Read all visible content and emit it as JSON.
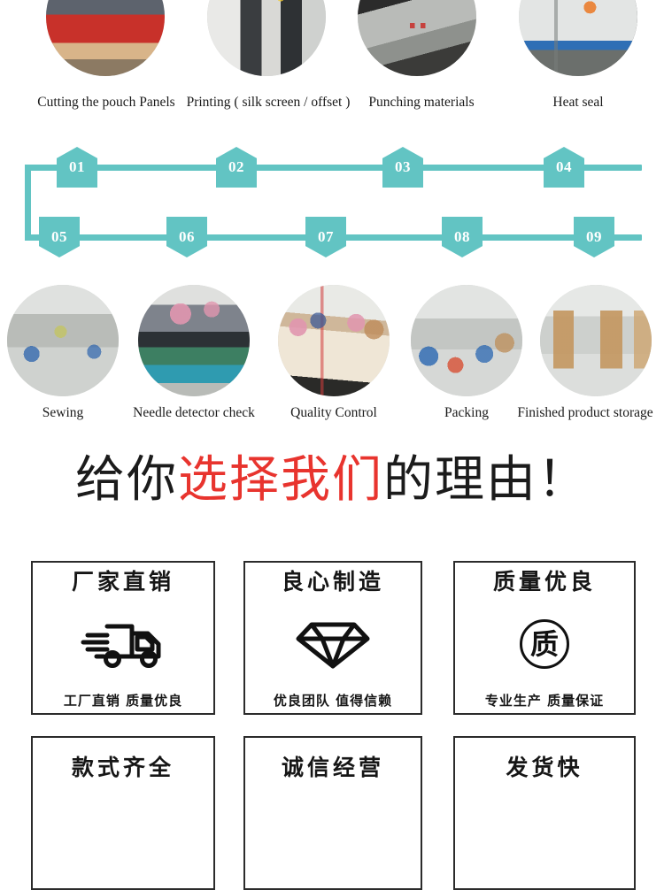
{
  "theme": {
    "accent_teal": "#62c4c3",
    "headline_red": "#e8342e",
    "text_dark": "#1a1a1a",
    "page_background": "#ffffff"
  },
  "process_row_top": {
    "steps": [
      {
        "label": "Cutting the pouch Panels",
        "image_name": "stacked-panels-photo"
      },
      {
        "label": "Printing ( silk screen / offset )",
        "image_name": "printing-press-photo"
      },
      {
        "label": "Punching materials",
        "image_name": "punching-machine-photo"
      },
      {
        "label": "Heat seal",
        "image_name": "heat-seal-worker-photo"
      }
    ]
  },
  "flow_diagram": {
    "top_numbers": [
      "01",
      "02",
      "03",
      "04"
    ],
    "bottom_numbers": [
      "05",
      "06",
      "07",
      "08",
      "09"
    ]
  },
  "process_row_bottom": {
    "steps": [
      {
        "label": "Sewing",
        "image_name": "sewing-floor-photo"
      },
      {
        "label": "Needle detector check",
        "image_name": "needle-detector-photo"
      },
      {
        "label": "Quality Control",
        "image_name": "quality-control-table-photo"
      },
      {
        "label": "Packing",
        "image_name": "packing-floor-photo"
      },
      {
        "label": "Finished product storage",
        "image_name": "warehouse-storage-photo"
      }
    ]
  },
  "headline": {
    "part1": "给你",
    "highlight": "选择我们",
    "part2": "的理由！"
  },
  "features": {
    "row1": [
      {
        "title": "厂家直销",
        "subtitle": "工厂直销 质量优良",
        "icon": "delivery-truck-icon"
      },
      {
        "title": "良心制造",
        "subtitle": "优良团队 值得信赖",
        "icon": "diamond-icon"
      },
      {
        "title": "质量优良",
        "subtitle": "专业生产 质量保证",
        "icon": "quality-seal-icon",
        "icon_text": "质"
      }
    ],
    "row2": [
      {
        "title": "款式齐全"
      },
      {
        "title": "诚信经营"
      },
      {
        "title": "发货快"
      }
    ]
  }
}
